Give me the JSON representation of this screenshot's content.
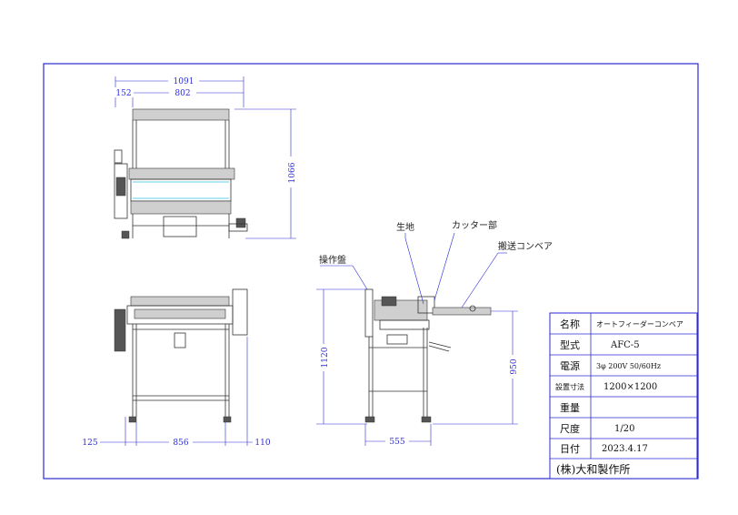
{
  "front_view": {
    "dim_total_width": "1091",
    "dim_left_offset": "152",
    "dim_inner_width": "802",
    "dim_height": "1066"
  },
  "rear_view": {
    "dim_left": "125",
    "dim_middle": "856",
    "dim_right": "110"
  },
  "side_view": {
    "dim_height_left": "1120",
    "dim_height_conveyor": "950",
    "dim_base_width": "555",
    "label_material": "生地",
    "label_cutter": "カッター部",
    "label_conveyor": "搬送コンベア",
    "label_panel": "操作盤"
  },
  "title_block": {
    "rows": [
      {
        "label": "名称",
        "value": "オートフィーダーコンベア"
      },
      {
        "label": "型式",
        "value": "AFC-5"
      },
      {
        "label": "電源",
        "value": "3φ  200V  50/60Hz"
      },
      {
        "label": "設置寸法",
        "value": "1200×1200"
      },
      {
        "label": "重量",
        "value": ""
      },
      {
        "label": "尺度",
        "value": "1/20"
      },
      {
        "label": "日付",
        "value": "2023.4.17"
      }
    ],
    "company": "(株)大和製作所"
  }
}
